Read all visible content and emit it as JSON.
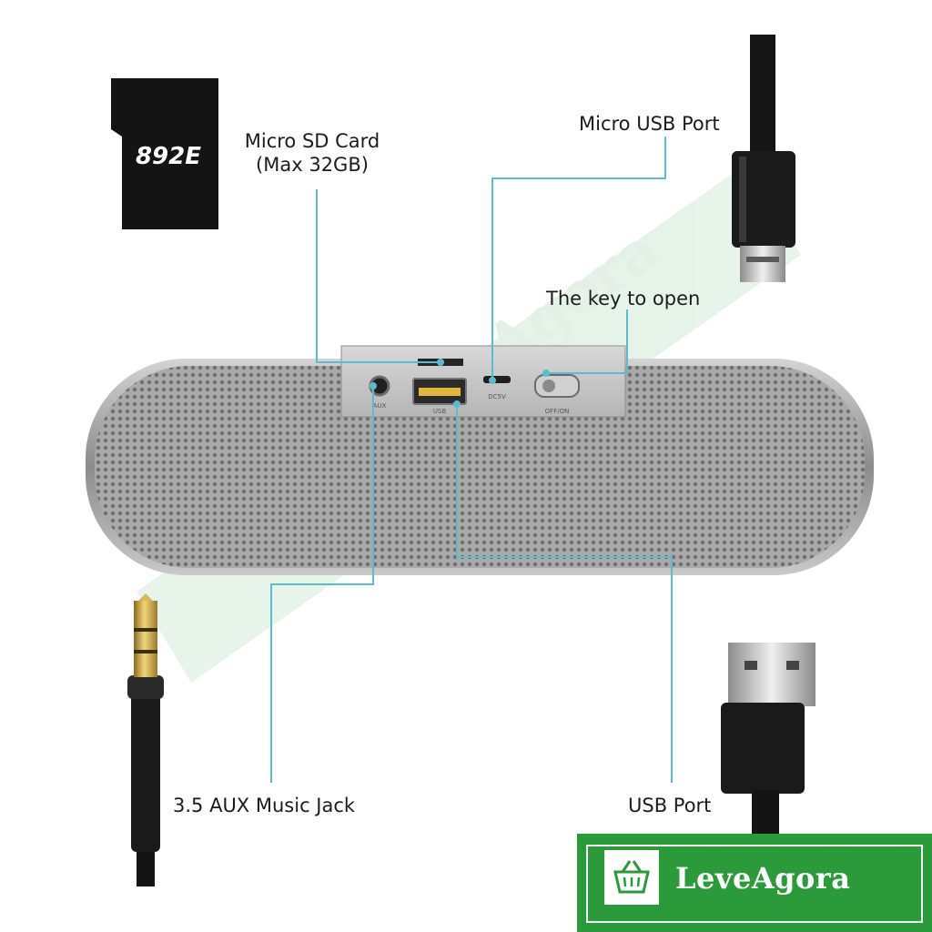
{
  "labels": {
    "micro_sd_line1": "Micro SD Card",
    "micro_sd_line2": "(Max 32GB)",
    "micro_usb": "Micro USB Port",
    "key": "The key to open",
    "aux": "3.5 AUX Music Jack",
    "usb": "USB Port"
  },
  "sd_card_text": "892E",
  "port_labels": {
    "aux": "AUX",
    "usb": "USB",
    "micro": "DC5V",
    "switch": "OFF/ON"
  },
  "watermark": "LeveAgora",
  "brand": {
    "name": "LeveAgora",
    "bg_color": "#2a9a3a"
  },
  "colors": {
    "callout_line": "#5bbccc",
    "speaker_body": "#9a9a9a"
  }
}
